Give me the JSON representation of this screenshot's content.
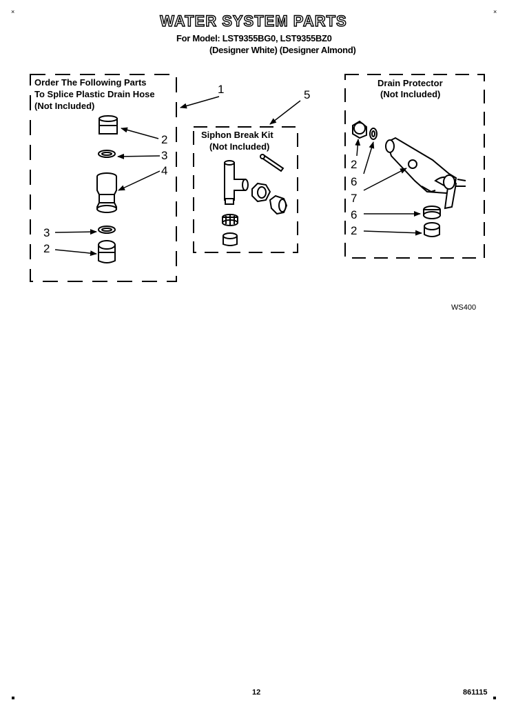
{
  "header": {
    "title": "WATER SYSTEM PARTS",
    "model_line": "For Model: LST9355BG0, LST9355BZ0",
    "variant_line": "(Designer White) (Designer Almond)"
  },
  "groups": {
    "splice": {
      "line1": "Order The Following Parts",
      "line2": "To Splice Plastic Drain Hose",
      "line3": "(Not Included)",
      "callout": "1"
    },
    "siphon": {
      "line1": "Siphon Break Kit",
      "line2": "(Not Included)",
      "callout": "5"
    },
    "drain": {
      "line1": "Drain Protector",
      "line2": "(Not Included)"
    }
  },
  "callouts": {
    "s_2a": "2",
    "s_3a": "3",
    "s_4": "4",
    "s_3b": "3",
    "s_2b": "2",
    "d_2a": "2",
    "d_6a": "6",
    "d_7": "7",
    "d_6b": "6",
    "d_2b": "2"
  },
  "footer": {
    "diagram_code": "WS400",
    "page_number": "12",
    "doc_number": "861115"
  }
}
